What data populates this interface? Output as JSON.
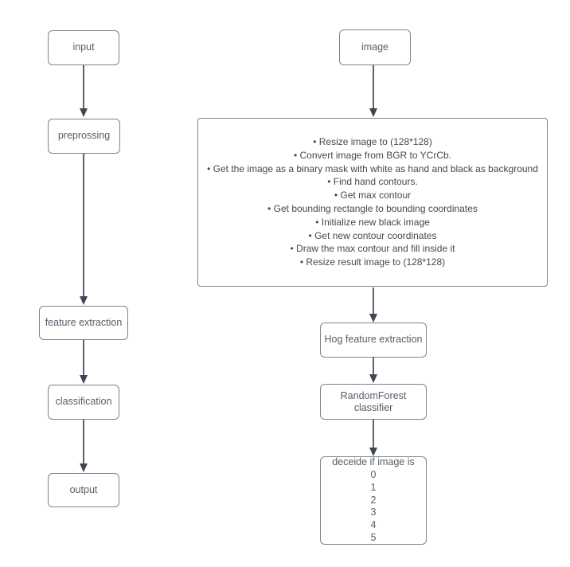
{
  "diagram": {
    "background": "#ffffff",
    "colors": {
      "box_border": "#7d838c",
      "box_text": "#565d68",
      "steps_text": "#43484f",
      "arrow_line": "#5c636d",
      "arrow_head": "#3f4650"
    },
    "left_flow": {
      "nodes": [
        {
          "label": "input"
        },
        {
          "label": "preprossing"
        },
        {
          "label": "feature extraction"
        },
        {
          "label": "classification"
        },
        {
          "label": "output"
        }
      ]
    },
    "right_flow": {
      "image_node": {
        "label": "image"
      },
      "preprocessing_box": {
        "bullet": "•",
        "steps": [
          "Resize image to (128*128)",
          "Convert image from BGR to YCrCb.",
          "Get the image as a binary mask with white as hand and black as background",
          "Find hand contours.",
          "Get max contour",
          "Get bounding rectangle to bounding coordinates",
          "Initialize new black image",
          "Get new contour coordinates",
          "Draw the max contour and fill inside it",
          "Resize result image to (128*128)"
        ]
      },
      "hog_node": {
        "label": "Hog feature extraction"
      },
      "classifier_node": {
        "line1": "RandomForest",
        "line2": "classifier"
      },
      "decision_node": {
        "title": "deceide if image is",
        "options": [
          "0",
          "1",
          "2",
          "3",
          "4",
          "5"
        ]
      }
    }
  }
}
